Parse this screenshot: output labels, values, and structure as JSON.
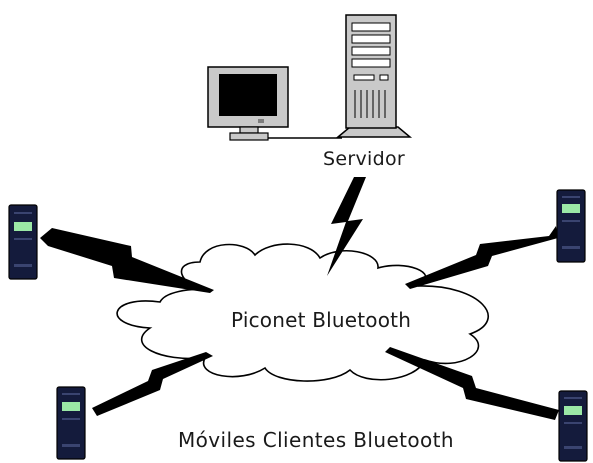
{
  "labels": {
    "server": "Servidor",
    "piconet": "Piconet Bluetooth",
    "clients": "Móviles Clientes Bluetooth"
  },
  "icons": {
    "monitor": "monitor-icon",
    "server_tower": "server-tower-icon",
    "mobile_device": "mobile-device-icon",
    "lightning": "wireless-link-icon",
    "cloud": "cloud-icon"
  },
  "colors": {
    "background": "#ffffff",
    "device_body": "#141b3c",
    "device_screen": "#9be8a6",
    "hardware_gray": "#c9c9c9",
    "outline": "#000000"
  }
}
